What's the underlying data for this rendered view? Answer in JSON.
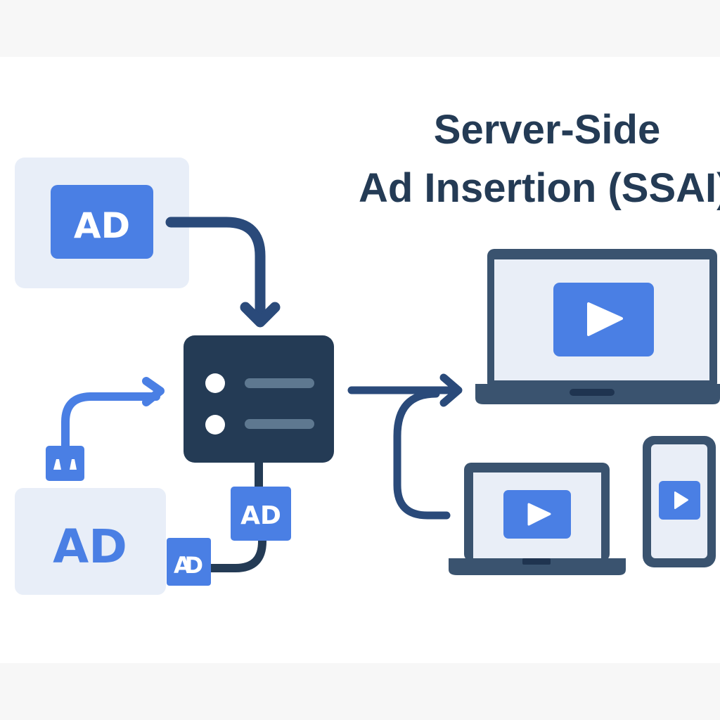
{
  "title": {
    "line1": "Server-Side",
    "line2": "Ad Insertion (SSAI)"
  },
  "colors": {
    "navy": "#243b55",
    "navy_line": "#2a4a7a",
    "device_frame": "#3a536f",
    "accent_blue": "#4a7fe4",
    "light_panel": "#e8eef8",
    "screen_fill": "#e9eef7",
    "server_bar": "#5e7890",
    "page_bg": "#f7f7f7",
    "canvas_bg": "#ffffff"
  },
  "nodes": {
    "ad_source_top": {
      "label": "AD",
      "icon": "ad-badge-icon"
    },
    "ad_source_bottom": {
      "label": "AD",
      "icon": "ad-badge-icon"
    },
    "plug": {
      "icon": "plug-icon"
    },
    "server": {
      "icon": "server-icon"
    },
    "ad_chip_large": {
      "label": "AD"
    },
    "ad_chip_small": {
      "label": "AD"
    },
    "devices": [
      {
        "name": "laptop-large",
        "icon": "play-icon"
      },
      {
        "name": "laptop-small",
        "icon": "play-icon"
      },
      {
        "name": "phone",
        "icon": "play-icon"
      }
    ]
  }
}
